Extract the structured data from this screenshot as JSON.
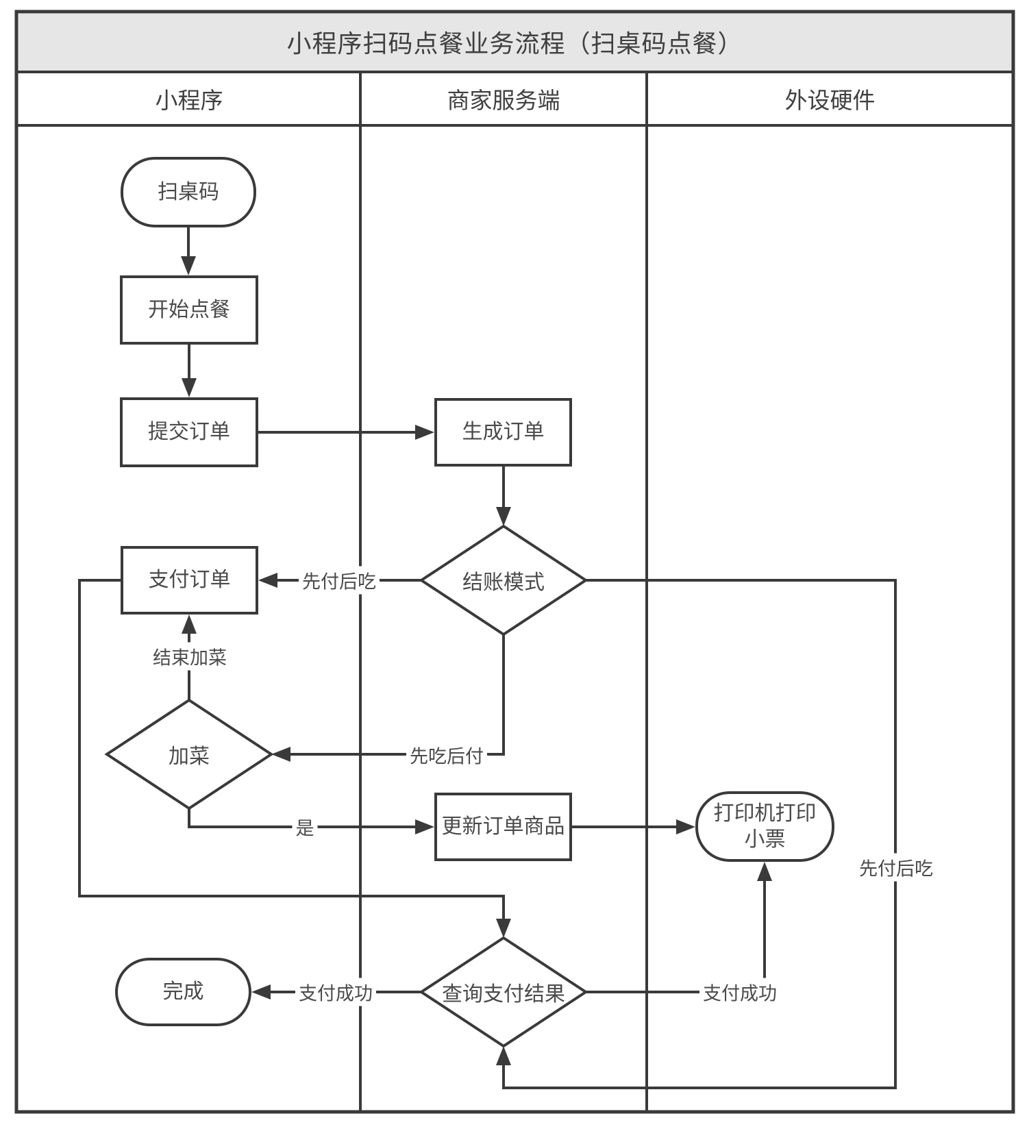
{
  "title": "小程序扫码点餐业务流程（扫桌码点餐）",
  "lanes": [
    {
      "label": "小程序"
    },
    {
      "label": "商家服务端"
    },
    {
      "label": "外设硬件"
    }
  ],
  "nodes": {
    "scan_table_code": "扫桌码",
    "start_ordering": "开始点餐",
    "submit_order": "提交订单",
    "generate_order": "生成订单",
    "checkout_mode": "结账模式",
    "pay_order": "支付订单",
    "add_dish": "加菜",
    "update_order_items": "更新订单商品",
    "printer_print_receipt": "打印机打印小票",
    "query_payment_result": "查询支付结果",
    "done": "完成"
  },
  "edge_labels": {
    "pay_first_eat_later_left": "先付后吃",
    "eat_first_pay_later": "先吃后付",
    "finish_adding_dishes": "结束加菜",
    "yes": "是",
    "pay_first_eat_later_right": "先付后吃",
    "payment_success_left": "支付成功",
    "payment_success_right": "支付成功"
  },
  "colors": {
    "line": "#3a3a3a",
    "node_text": "#4a4a4a",
    "title_bg": "#e6e6e6",
    "bg": "#ffffff"
  }
}
